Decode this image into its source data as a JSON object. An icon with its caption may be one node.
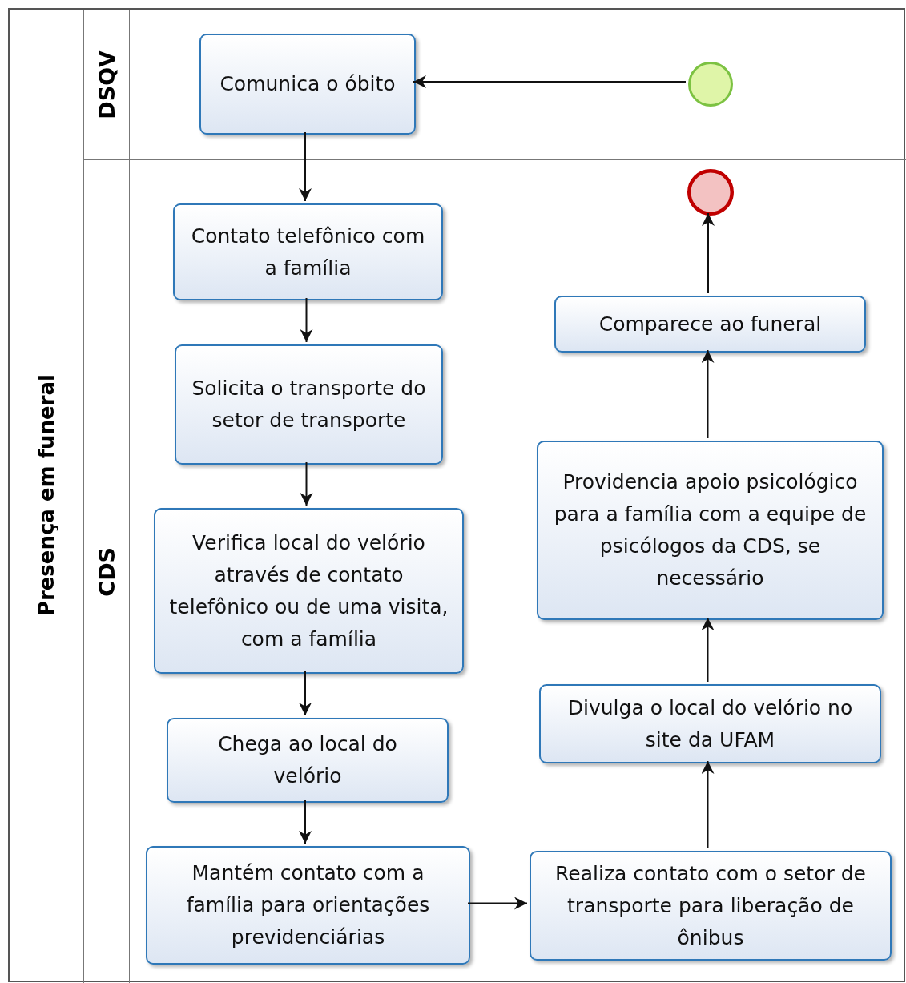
{
  "diagram": {
    "nodes": [
      {
        "text": [
          "Presença em funeral"
        ]
      },
      {
        "text": [
          "DSQV"
        ],
        "in": 0
      },
      {
        "text": [
          "Comunica o óbito"
        ],
        "in": 1
      },
      {
        "text": [],
        "shape": "circle",
        "in": 1
      },
      {
        "text": [
          "CDS"
        ],
        "in": 0
      },
      {
        "text": [
          "Contato telefônico com a família"
        ],
        "in": 4
      },
      {
        "text": [
          "Solicita o transporte do setor de transporte"
        ],
        "in": 4
      },
      {
        "text": [
          "Verifica local do velório através de contato telefônico ou de uma visita, com a família"
        ],
        "in": 4
      },
      {
        "text": [
          "Chega ao local do velório"
        ],
        "in": 4
      },
      {
        "text": [
          "Mantém contato com a família para orientações previdenciárias"
        ],
        "in": 4
      },
      {
        "text": [],
        "shape": "circle",
        "in": 4
      },
      {
        "text": [
          "Comparece ao funeral"
        ],
        "in": 4
      },
      {
        "text": [
          "Providencia apoio psicológico para a família com a equipe de psicólogos da CDS, se necessário"
        ],
        "in": 4
      },
      {
        "text": [
          "Divulga o local do velório no site da UFAM"
        ],
        "in": 4
      },
      {
        "text": [
          "Realiza contato com o setor de transporte para liberação de ônibus"
        ],
        "in": 4
      }
    ],
    "edges": [
      {
        "from": 3,
        "to": 2,
        "arrow": "to"
      },
      {
        "from": 2,
        "to": 5,
        "arrow": "to"
      },
      {
        "from": 5,
        "to": 6,
        "arrow": "to"
      },
      {
        "from": 6,
        "to": 7,
        "arrow": "to"
      },
      {
        "from": 7,
        "to": 8,
        "arrow": "to"
      },
      {
        "from": 8,
        "to": 9,
        "arrow": "to"
      },
      {
        "from": 9,
        "to": 14,
        "arrow": "to"
      },
      {
        "from": 14,
        "to": 13,
        "arrow": "to"
      },
      {
        "from": 13,
        "to": 12,
        "arrow": "to"
      },
      {
        "from": 12,
        "to": 11,
        "arrow": "to"
      },
      {
        "from": 11,
        "to": 10,
        "arrow": "to"
      }
    ]
  }
}
